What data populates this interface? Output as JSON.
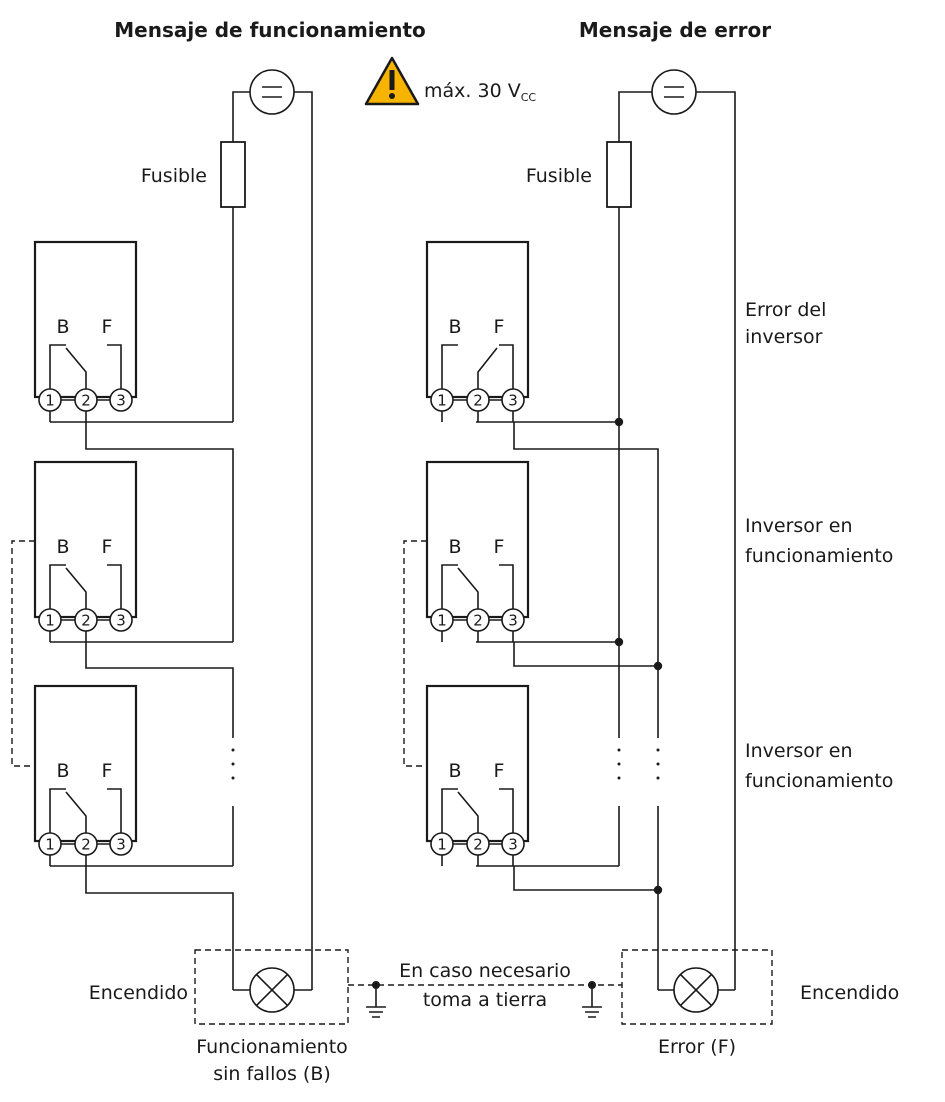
{
  "titles": {
    "left": "Mensaje de funcionamiento",
    "right": "Mensaje de error"
  },
  "warning": {
    "text": "máx. 30 V",
    "subscript": "CC",
    "icon": "warning-triangle-icon",
    "color": "#f6b400"
  },
  "labels": {
    "fuse_left": "Fusible",
    "fuse_right": "Fusible",
    "inverter_error_1": "Error del",
    "inverter_error_2": "inversor",
    "inverter_running_a_1": "Inversor en",
    "inverter_running_a_2": "funcionamiento",
    "inverter_running_b_1": "Inversor en",
    "inverter_running_b_2": "funcionamiento",
    "on_left": "Encendido",
    "on_right": "Encendido",
    "grounding_1": "En caso necesario",
    "grounding_2": "toma a tierra",
    "lamp_left_1": "Funcionamiento",
    "lamp_left_2": "sin fallos (B)",
    "lamp_right": "Error (F)"
  },
  "relay": {
    "contact_b": "B",
    "contact_f": "F",
    "terminal_1": "1",
    "terminal_2": "2",
    "terminal_3": "3"
  }
}
